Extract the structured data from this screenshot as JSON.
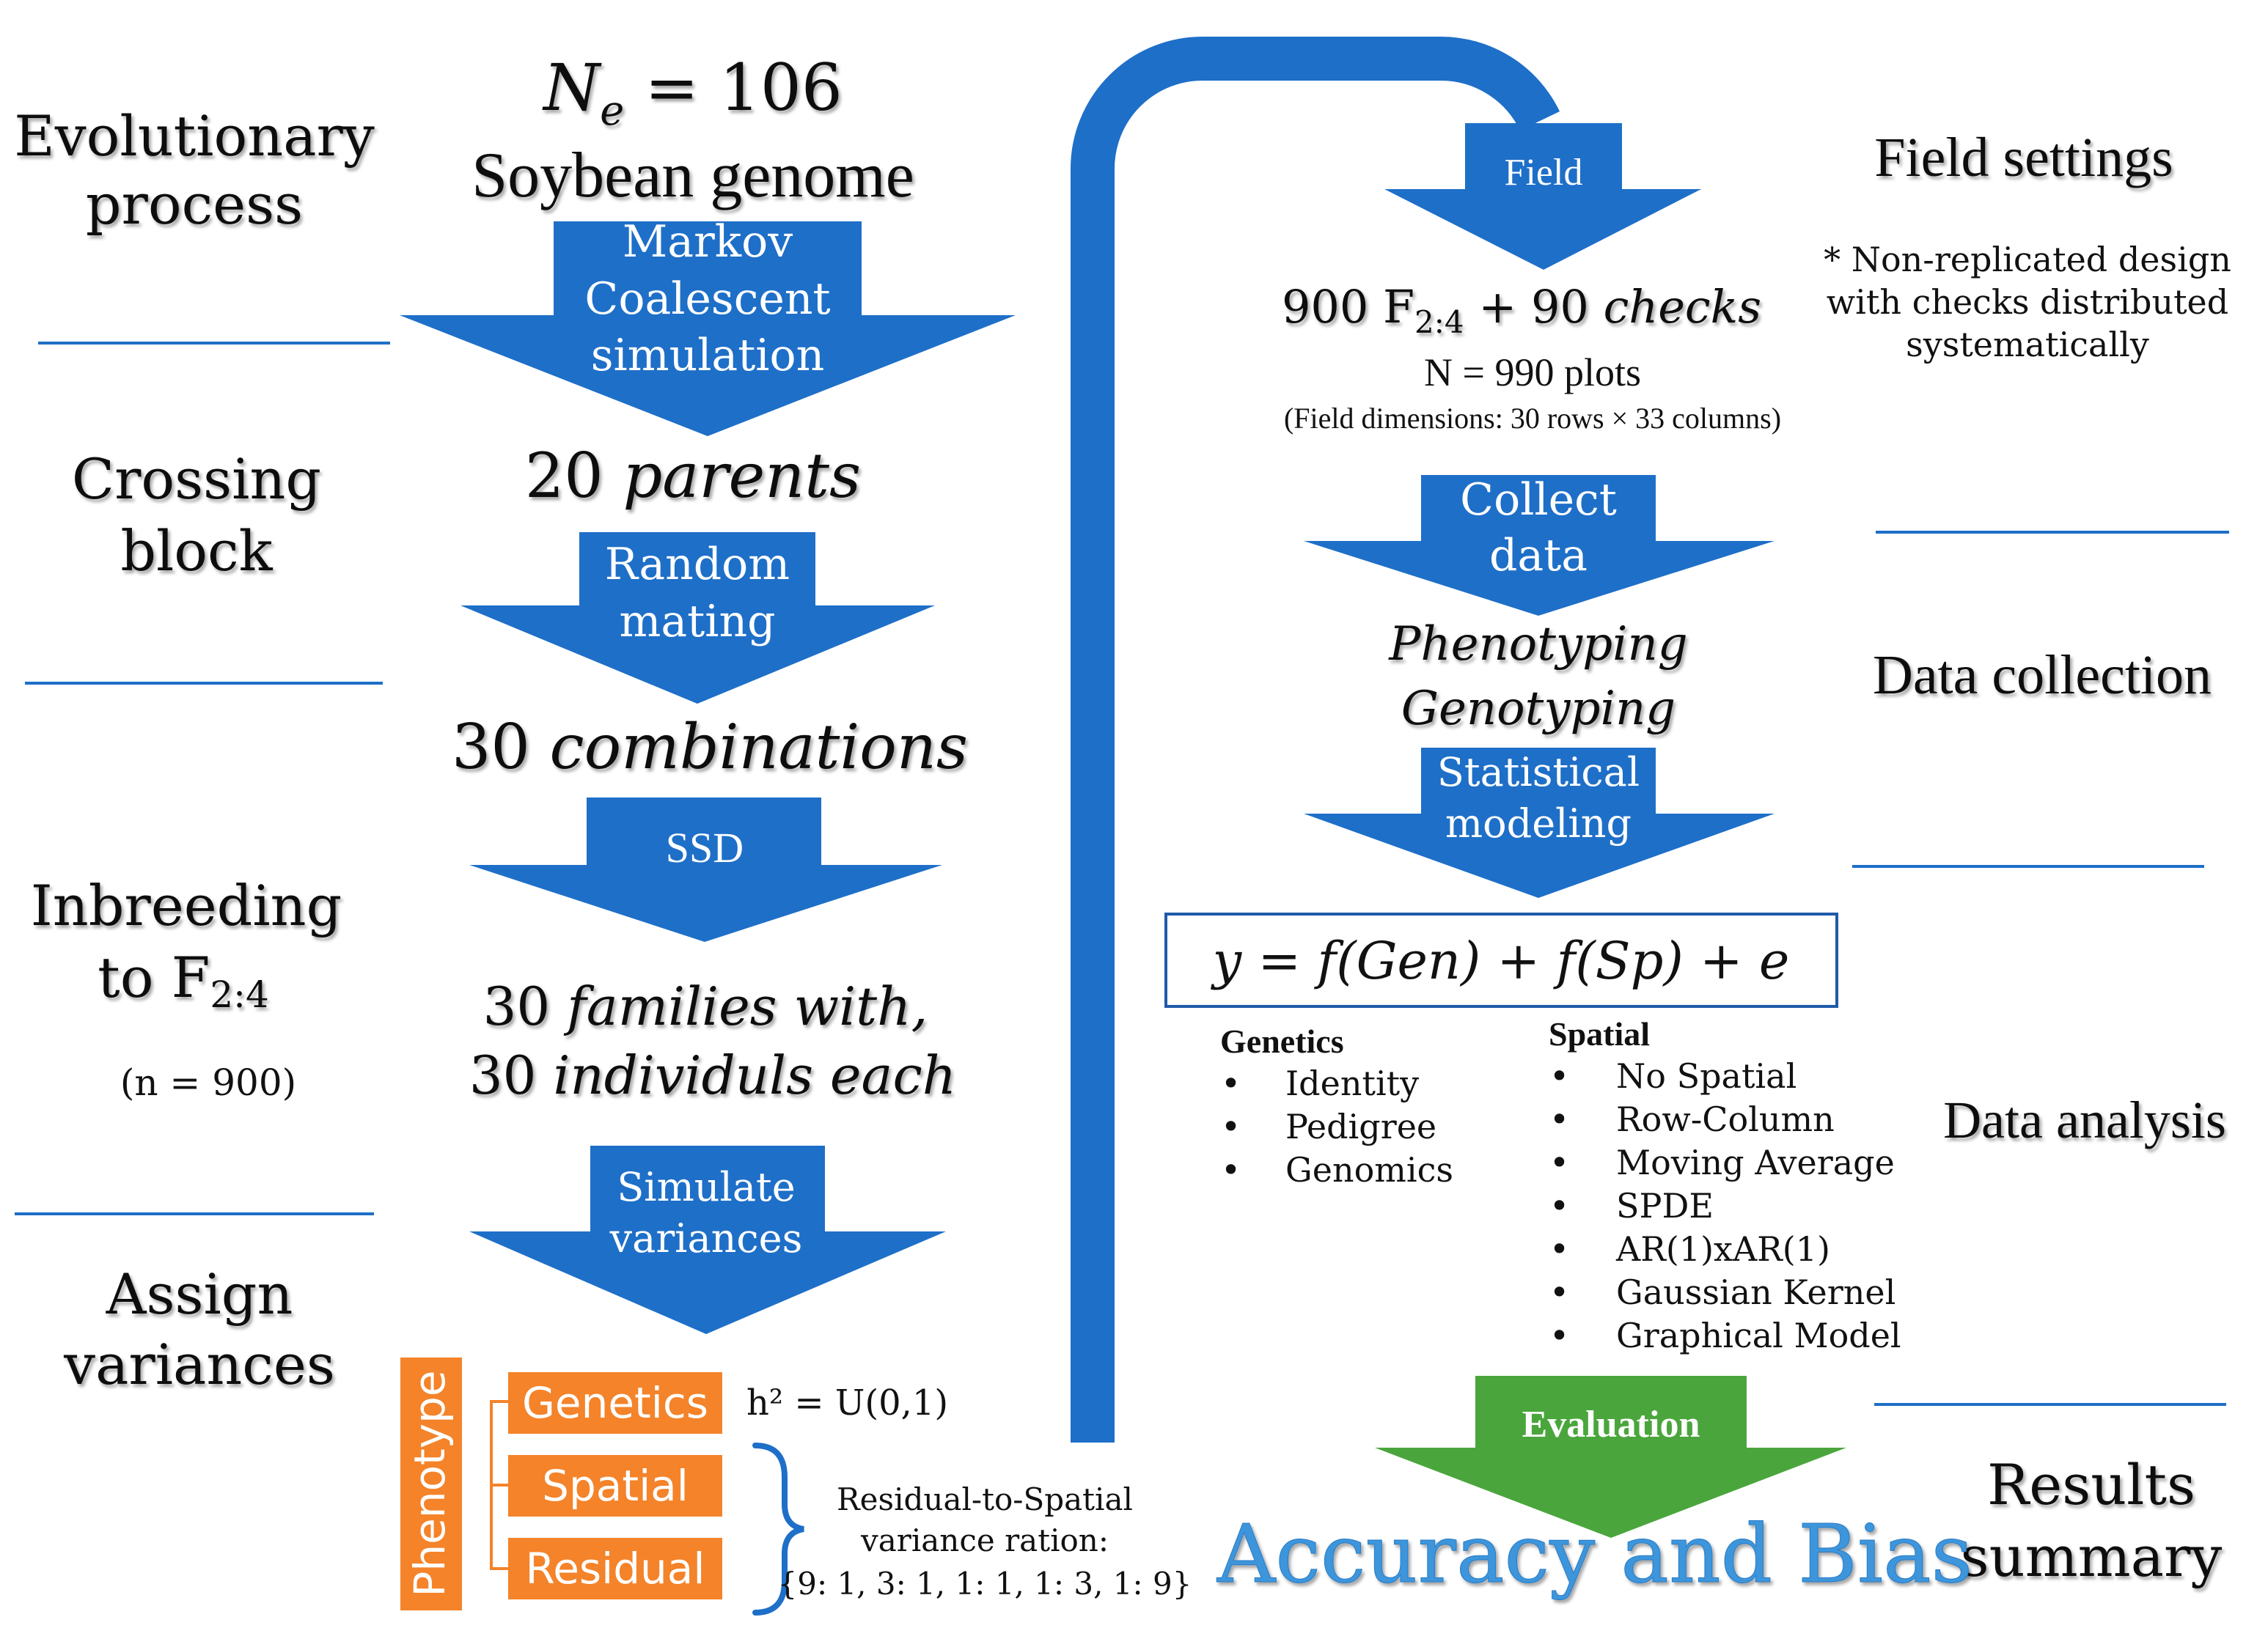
{
  "colors": {
    "arrow_blue": "#1e6fc8",
    "eval_green": "#4aa63c",
    "orange": "#f4832a",
    "line_blue": "#1e6fc8",
    "accuracy_blue": "#3c95dc",
    "formula_border": "#1e5aa8"
  },
  "stages_left": {
    "evolutionary": [
      "Evolutionary",
      "process"
    ],
    "crossing": [
      "Crossing",
      "block"
    ],
    "inbreeding": [
      "Inbreeding",
      "to F",
      "2:4"
    ],
    "inbreeding_n": "(n = 900)",
    "assign": [
      "Assign",
      "variances"
    ]
  },
  "stages_right": {
    "field_settings": "Field settings",
    "field_note": [
      "* Non-replicated design",
      "with checks distributed",
      "systematically"
    ],
    "data_collection": "Data collection",
    "data_analysis": "Data analysis",
    "results": [
      "Results",
      "summary"
    ]
  },
  "center_left": {
    "ne_symbol": "N",
    "ne_sub": "e",
    "ne_value": " = 106",
    "genome": "Soybean genome",
    "arrow1": [
      "Markov",
      "Coalescent",
      "simulation"
    ],
    "parents_num": "20 ",
    "parents_word": "parents",
    "arrow2": [
      "Random",
      "mating"
    ],
    "combos_num": "30 ",
    "combos_word": "combinations",
    "arrow3": [
      "SSD"
    ],
    "families_num": "30 ",
    "families_word": "families with,",
    "individuals_num": "30 ",
    "individuals_word": "individuls each",
    "arrow4": [
      "Simulate",
      "variances"
    ]
  },
  "variance_tree": {
    "root": "Phenotype",
    "genetics": "Genetics",
    "spatial": "Spatial",
    "residual": "Residual",
    "heritability": "h² = U(0,1)",
    "ratio": [
      "Residual-to-Spatial",
      "variance ration:",
      "{9: 1, 3: 1, 1: 1, 1: 3, 1: 9}"
    ]
  },
  "center_right": {
    "field_arrow": "Field",
    "lines_num": "900 F",
    "lines_sub": "2:4",
    "lines_rest": " + 90 ",
    "lines_checks": "checks",
    "plots": "N = 990 plots",
    "dimensions": "(Field dimensions: 30 rows × 33 columns)",
    "collect_arrow": [
      "Collect",
      "data"
    ],
    "phenotyping": "Phenotyping",
    "genotyping": "Genotyping",
    "stat_arrow": [
      "Statistical",
      "modeling"
    ],
    "formula": "y = f(Gen) + f(Sp) + e",
    "genetics_heading": "Genetics",
    "genetics_items": [
      "Identity",
      "Pedigree",
      "Genomics"
    ],
    "spatial_heading": "Spatial",
    "spatial_items": [
      "No Spatial",
      "Row-Column",
      "Moving Average",
      "SPDE",
      "AR(1)xAR(1)",
      "Gaussian Kernel",
      "Graphical Model"
    ],
    "eval_arrow": "Evaluation",
    "accuracy": "Accuracy and Bias"
  }
}
